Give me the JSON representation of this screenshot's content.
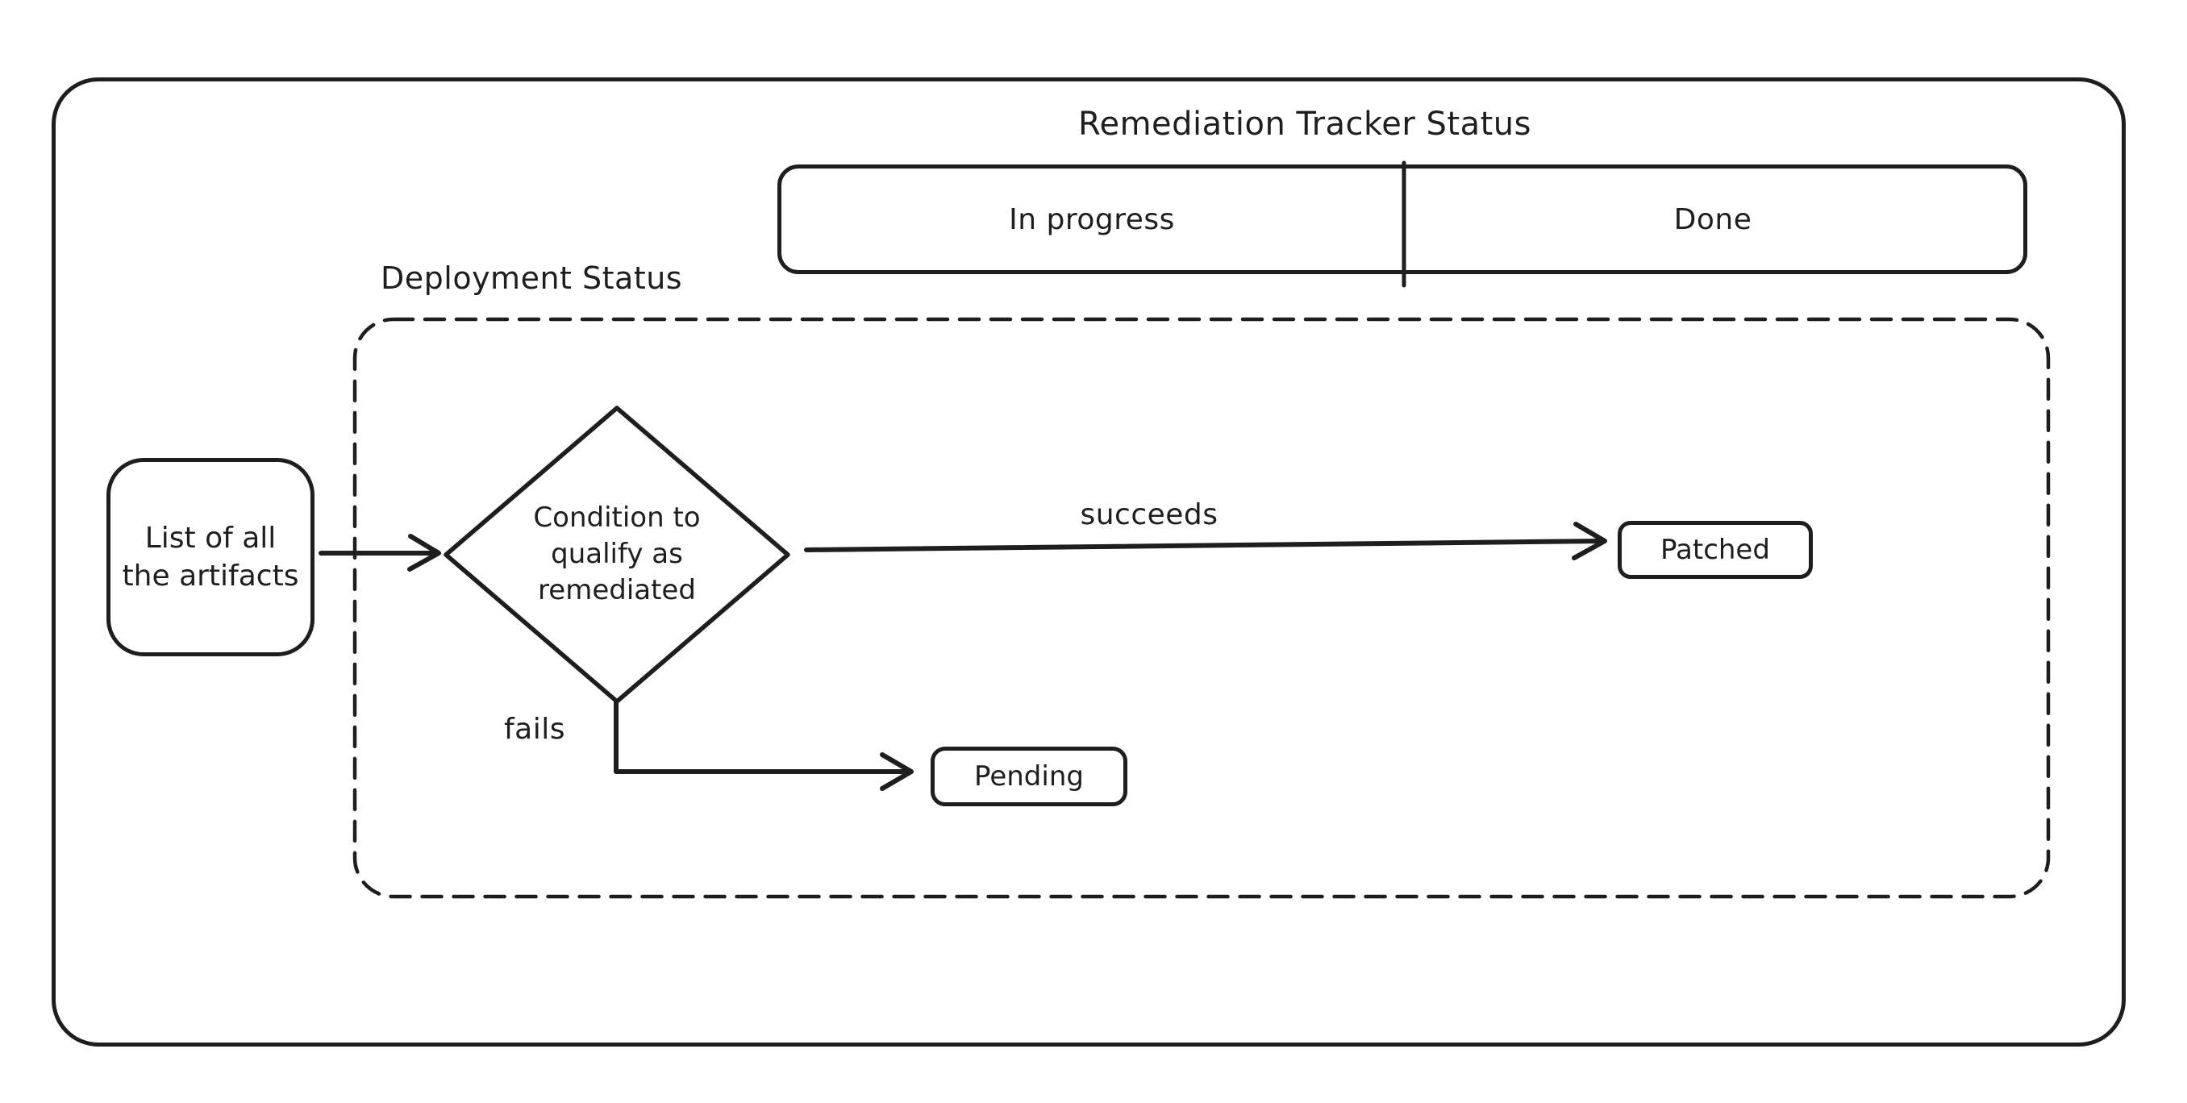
{
  "colors": {
    "stroke": "#1e1e1e",
    "background": "#ffffff"
  },
  "title": "Remediation Tracker Status",
  "tracker": {
    "columns": [
      {
        "label": "In progress"
      },
      {
        "label": "Done"
      }
    ]
  },
  "deployment": {
    "label": "Deployment Status"
  },
  "nodes": {
    "artifacts": {
      "lines": [
        "List of all",
        "the artifacts"
      ]
    },
    "condition": {
      "lines": [
        "Condition to",
        "qualify as",
        "remediated"
      ]
    },
    "patched": {
      "label": "Patched"
    },
    "pending": {
      "label": "Pending"
    }
  },
  "edges": {
    "succeeds": {
      "label": "succeeds"
    },
    "fails": {
      "label": "fails"
    }
  }
}
